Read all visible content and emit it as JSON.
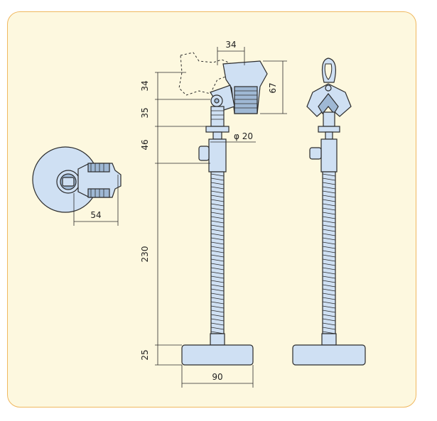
{
  "dimensions": {
    "top_width": "34",
    "clamp_height": "67",
    "seg_34": "34",
    "seg_35": "35",
    "pipe_dia": "φ 20",
    "seg_46": "46",
    "seg_230": "230",
    "seg_25": "25",
    "base_width": "90",
    "plan_width": "54"
  }
}
